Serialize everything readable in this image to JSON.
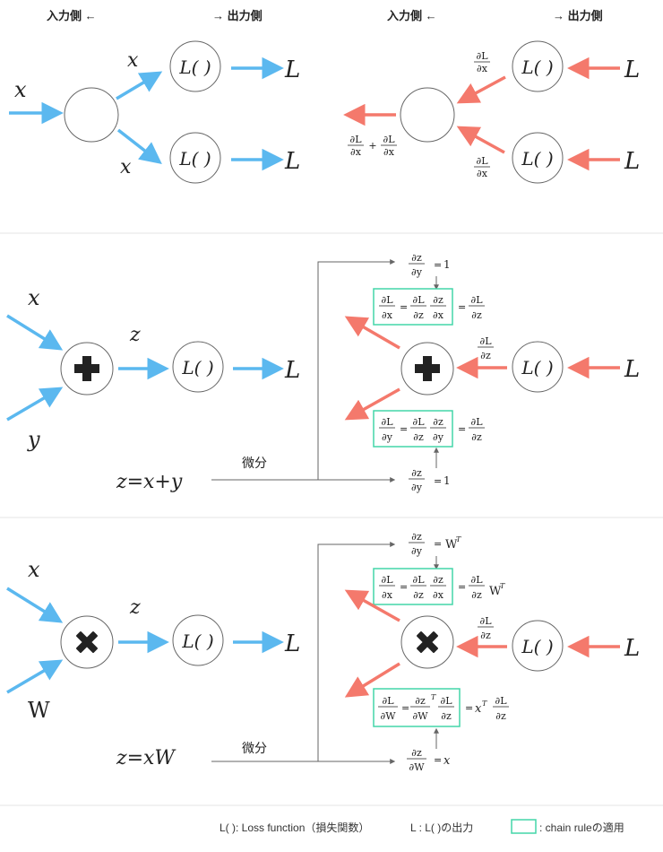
{
  "colors": {
    "forward": "#5bb8ef",
    "backward": "#f4796c",
    "chain_box": "#43d6a8",
    "guide": "#666666",
    "divider": "#e6e6e6"
  },
  "header": {
    "left_input": "入力側 ←",
    "left_output": "→ 出力側",
    "right_input": "入力側 ←",
    "right_output": "→ 出力側"
  },
  "symbols": {
    "x": "x",
    "y": "y",
    "z": "z",
    "L": "L",
    "Lfn": "L( )",
    "W": "W",
    "plus": "+",
    "times": "×",
    "dL": "∂L",
    "dz": "∂z",
    "dx": "∂x",
    "dy": "∂y",
    "dW": "∂W",
    "eq": "=",
    "one": "1",
    "plus_small": "+",
    "WT": "W",
    "T": "T",
    "xT": "x",
    "xsym": "x"
  },
  "section2": {
    "equation": "z=x+y",
    "diff_label": "微分"
  },
  "section3": {
    "equation": "z=xW",
    "diff_label": "微分"
  },
  "legend": {
    "loss_fn": "L( ): Loss function（損失関数）",
    "loss_out": "L : L( )の出力",
    "chain_rule": ": chain ruleの適用"
  }
}
